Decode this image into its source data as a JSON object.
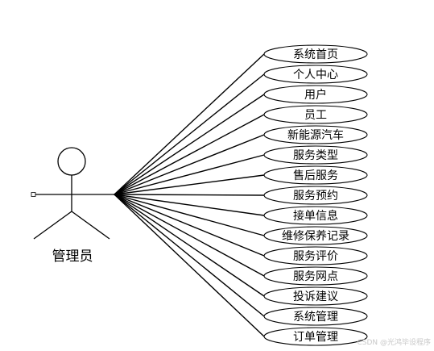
{
  "actor": {
    "label": "管理员"
  },
  "use_cases": [
    "系统首页",
    "个人中心",
    "用户",
    "员工",
    "新能源汽车",
    "服务类型",
    "售后服务",
    "服务预约",
    "接单信息",
    "维修保养记录",
    "服务评价",
    "服务网点",
    "投诉建议",
    "系统管理",
    "订单管理"
  ],
  "watermark": "CSDN @光鸿毕设程序",
  "colors": {
    "stroke": "#000000",
    "background": "#ffffff",
    "watermark": "#c8c8c8"
  }
}
